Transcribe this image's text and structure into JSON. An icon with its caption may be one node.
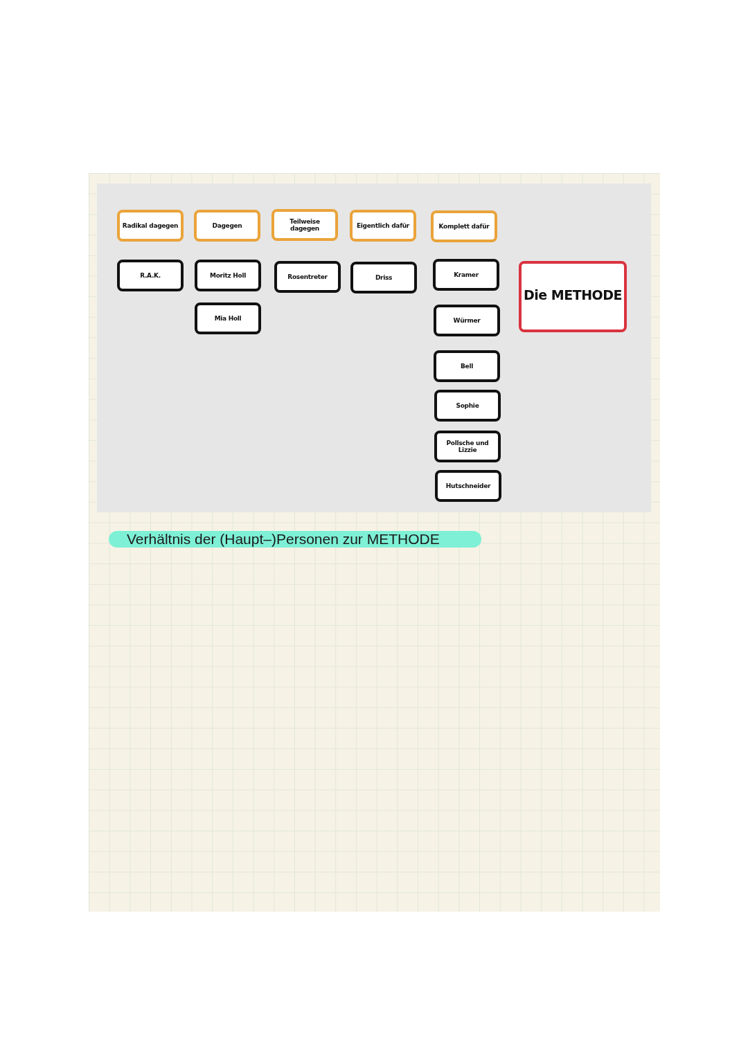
{
  "diagram": {
    "caption": "Verhältnis der (Haupt–)Personen zur METHODE",
    "nodes": [
      {
        "text": [
          "Radikal dagegen"
        ]
      },
      {
        "text": [
          "Dagegen"
        ]
      },
      {
        "text": [
          "Teilweise dagegen"
        ]
      },
      {
        "text": [
          "Eigentlich dafür"
        ]
      },
      {
        "text": [
          "Komplett dafür"
        ]
      },
      {
        "text": [
          "R.A.K."
        ]
      },
      {
        "text": [
          "Moritz Holl"
        ]
      },
      {
        "text": [
          "Rosentreter"
        ]
      },
      {
        "text": [
          "Driss"
        ]
      },
      {
        "text": [
          "Kramer"
        ]
      },
      {
        "text": [
          "Die METHODE"
        ]
      },
      {
        "text": [
          "Mia Holl"
        ]
      },
      {
        "text": [
          "Würmer"
        ]
      },
      {
        "text": [
          "Bell"
        ]
      },
      {
        "text": [
          "Sophie"
        ]
      },
      {
        "text": [
          "Pollsche und Lizzie"
        ]
      },
      {
        "text": [
          "Hutschneider"
        ]
      }
    ],
    "edges": []
  }
}
